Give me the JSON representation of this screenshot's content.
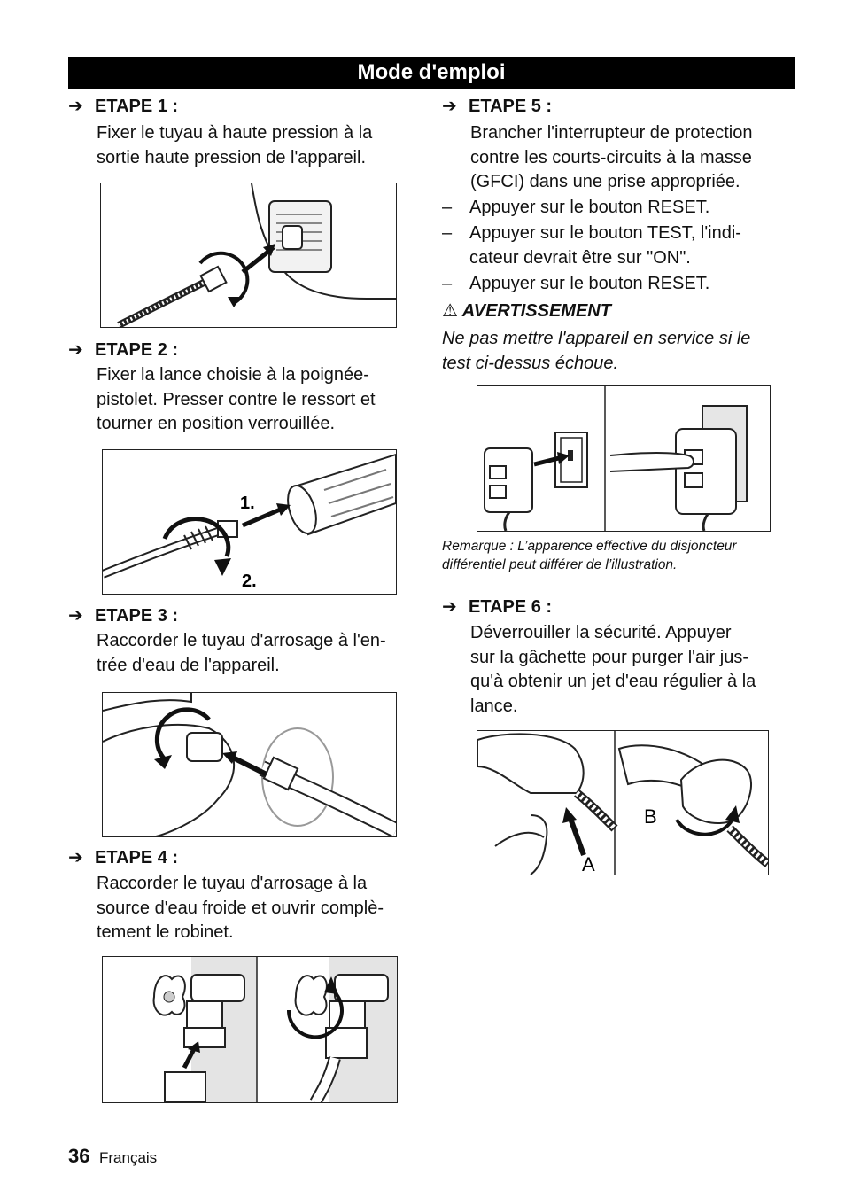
{
  "page": {
    "title": "Mode d'emploi",
    "footer": {
      "page_number": "36",
      "language": "Français"
    }
  },
  "steps": {
    "s1": {
      "label": "ETAPE 1 :",
      "text": "Fixer le tuyau à haute pression à la\nsortie haute pression de l'appareil."
    },
    "s2": {
      "label": "ETAPE 2 :",
      "text": "Fixer la lance choisie à la poignée-\npistolet. Presser contre le ressort et\ntourner en position verrouillée.",
      "fig_labels": [
        "1.",
        "2."
      ]
    },
    "s3": {
      "label": "ETAPE 3 :",
      "text": "Raccorder le tuyau d'arrosage à l'en-\ntrée d'eau de l'appareil."
    },
    "s4": {
      "label": "ETAPE 4 :",
      "text": "Raccorder le tuyau d'arrosage à la\nsource d'eau froide et ouvrir complè-\ntement le robinet."
    },
    "s5": {
      "label": "ETAPE 5 :",
      "text": "Brancher l'interrupteur de protection\ncontre les courts-circuits à la masse\n(GFCI) dans une prise appropriée.",
      "bullets": [
        "Appuyer sur le bouton RESET.",
        "Appuyer sur le bouton TEST, l'indi-\ncateur devrait être sur \"ON\".",
        "Appuyer sur le bouton RESET."
      ]
    },
    "s6": {
      "label": "ETAPE 6 :",
      "text": "Déverrouiller la sécurité. Appuyer\nsur la gâchette pour purger l'air jus-\nqu'à obtenir un jet d'eau régulier à la\nlance.",
      "fig_labels": [
        "A",
        "B"
      ]
    }
  },
  "warning": {
    "icon": "warning-triangle-icon",
    "label": "AVERTISSEMENT",
    "text": "Ne pas mettre l'appareil en service si le\ntest ci-dessus échoue."
  },
  "remark": "Remarque : L’apparence effective du disjoncteur\ndifférentiel peut différer de l’illustration.",
  "icons": {
    "step_arrow": "right-arrow-icon",
    "dash": "–"
  }
}
